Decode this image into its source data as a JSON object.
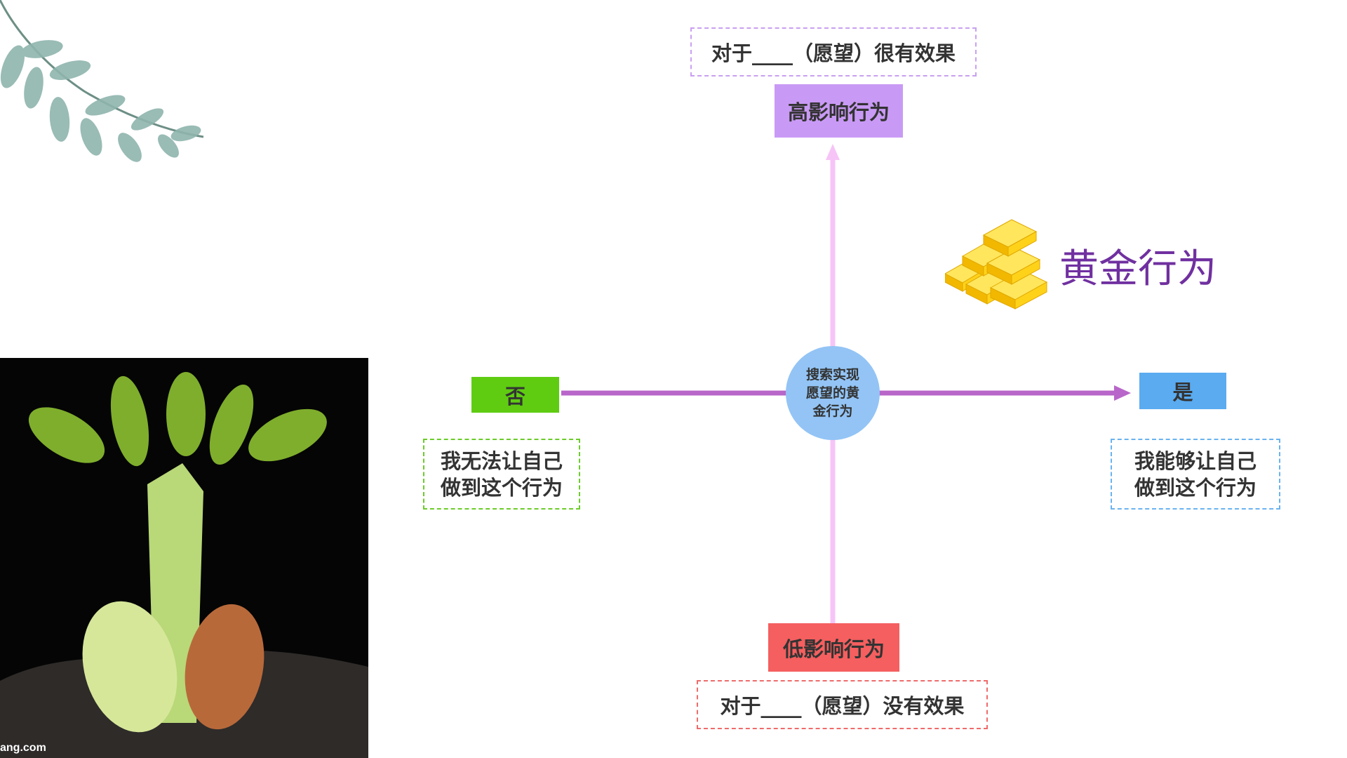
{
  "diagram": {
    "center": {
      "lines": [
        "搜索实现",
        "愿望的黄",
        "金行为"
      ]
    },
    "top_note": "对于____（愿望）很有效果",
    "top_label": "高影响行为",
    "bottom_label": "低影响行为",
    "bottom_note": "对于____（愿望）没有效果",
    "left_label": "否",
    "left_note": [
      "我无法让自己",
      "做到这个行为"
    ],
    "right_label": "是",
    "right_note": [
      "我能够让自己",
      "做到这个行为"
    ],
    "title": "黄金行为",
    "photo_watermark": "ang.com",
    "colors": {
      "top": "#c99af5",
      "bottom": "#f55f5f",
      "left": "#5fcc12",
      "right": "#5aabf0",
      "vertical_axis": "#f7c4f7",
      "horizontal_axis": "#b866c9",
      "center": "#93c4f5",
      "title": "#7030a0"
    }
  }
}
